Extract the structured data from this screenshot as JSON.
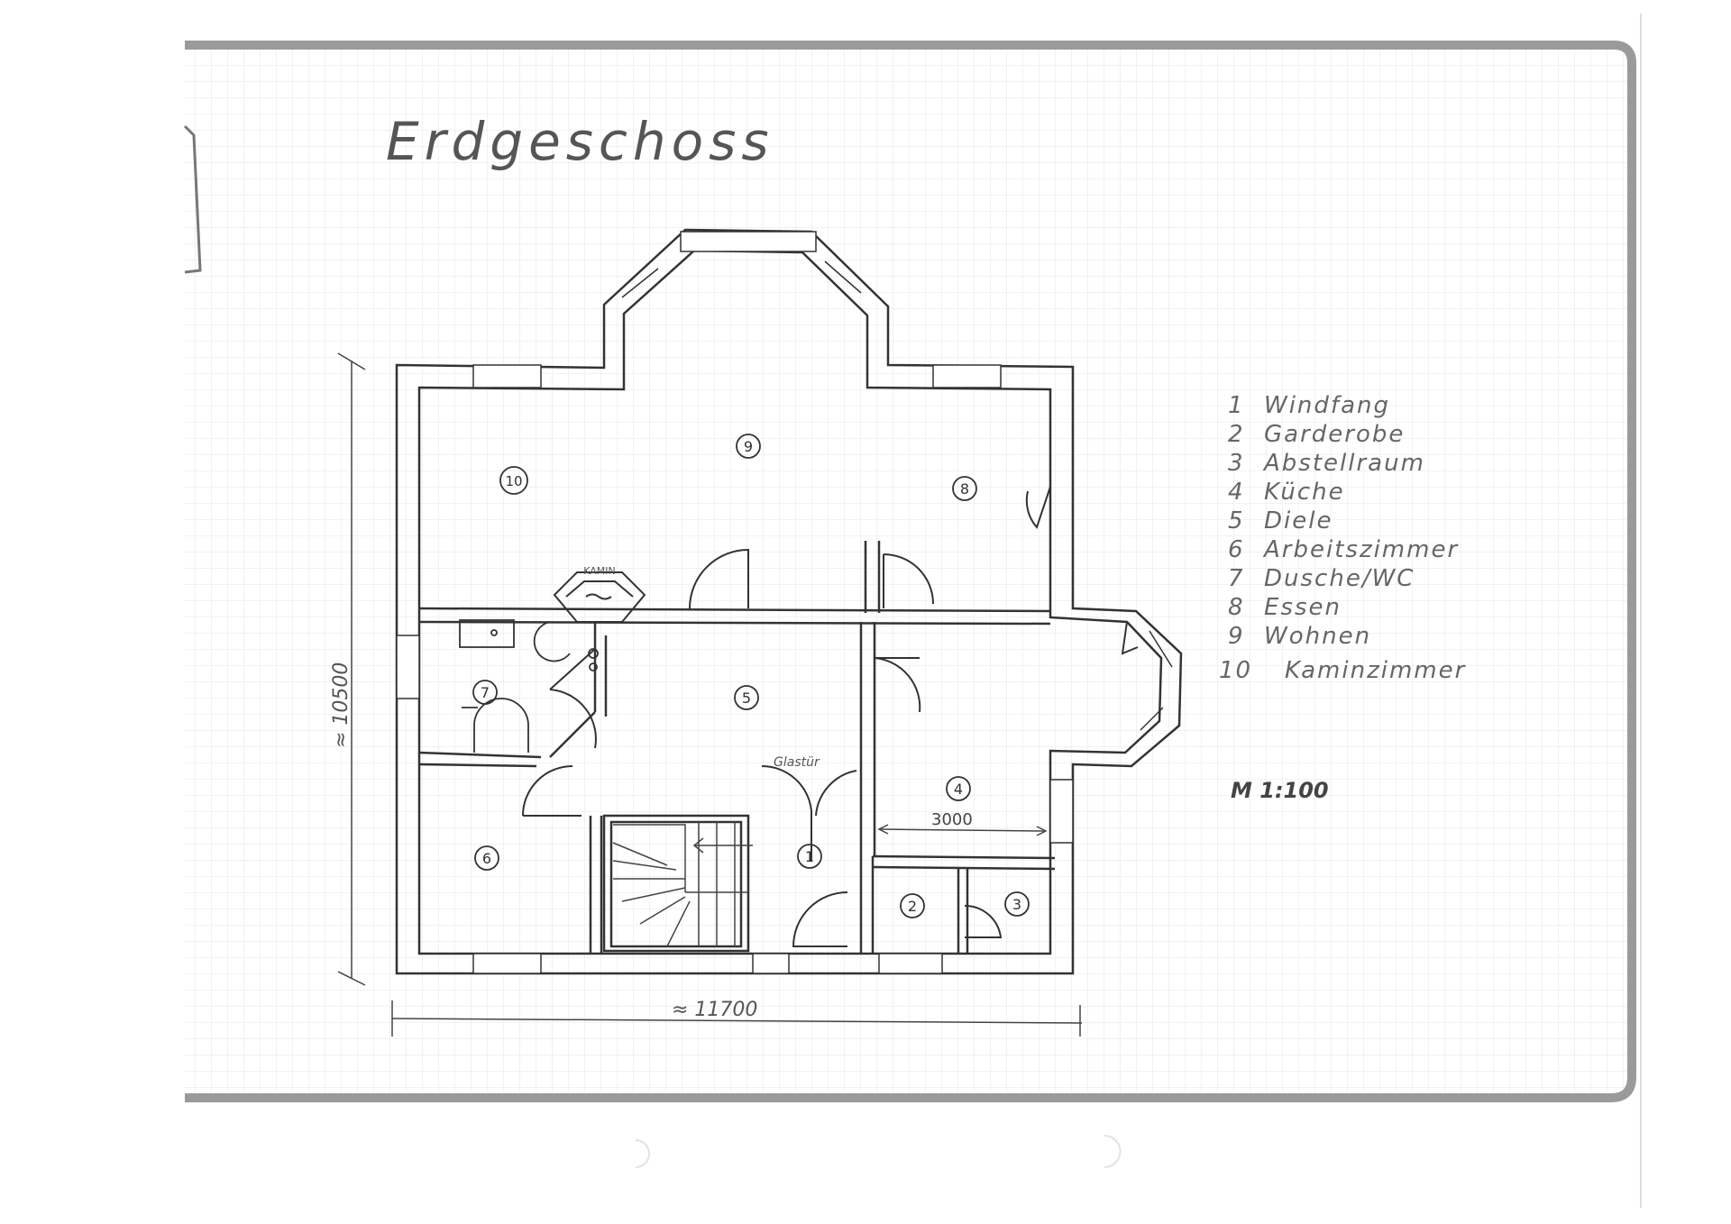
{
  "title": "Erdgeschoss",
  "scale": "M 1:100",
  "dimensions": {
    "width": "≈ 11700",
    "height": "≈ 10500",
    "kitchen_width": "3000"
  },
  "labels": {
    "fireplace": "KAMIN",
    "glass_door": "Glastür"
  },
  "rooms": [
    {
      "number": "1",
      "name": "Windfang"
    },
    {
      "number": "2",
      "name": "Garderobe"
    },
    {
      "number": "3",
      "name": "Abstellraum"
    },
    {
      "number": "4",
      "name": "Küche"
    },
    {
      "number": "5",
      "name": "Diele"
    },
    {
      "number": "6",
      "name": "Arbeitszimmer"
    },
    {
      "number": "7",
      "name": "Dusche/WC"
    },
    {
      "number": "8",
      "name": "Essen"
    },
    {
      "number": "9",
      "name": "Wohnen"
    },
    {
      "number": "10",
      "name": "Kaminzimmer"
    }
  ],
  "colors": {
    "paper": "#ffffff",
    "grid": "#e3e3e3",
    "frame": "#9a9a9a",
    "ink": "#333333"
  }
}
